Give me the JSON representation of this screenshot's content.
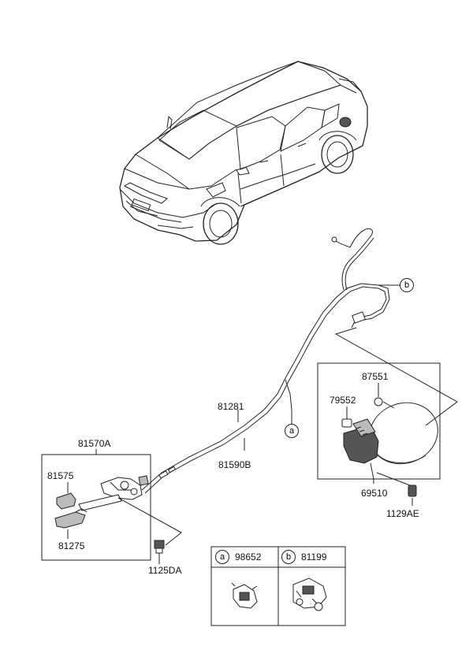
{
  "parts": {
    "lid_assy": "81570A",
    "handle_a": "81575",
    "handle_b": "81275",
    "bolt_left": "1125DA",
    "cable_a": "81281",
    "cable_b": "81590B",
    "fuel_door_spring": "87551",
    "fuel_door_bumper": "79552",
    "fuel_filler_door": "69510",
    "screw_right": "1129AE"
  },
  "callouts": {
    "a": "a",
    "b": "b"
  },
  "legend": {
    "a_letter": "a",
    "a_part": "98652",
    "b_letter": "b",
    "b_part": "81199"
  }
}
